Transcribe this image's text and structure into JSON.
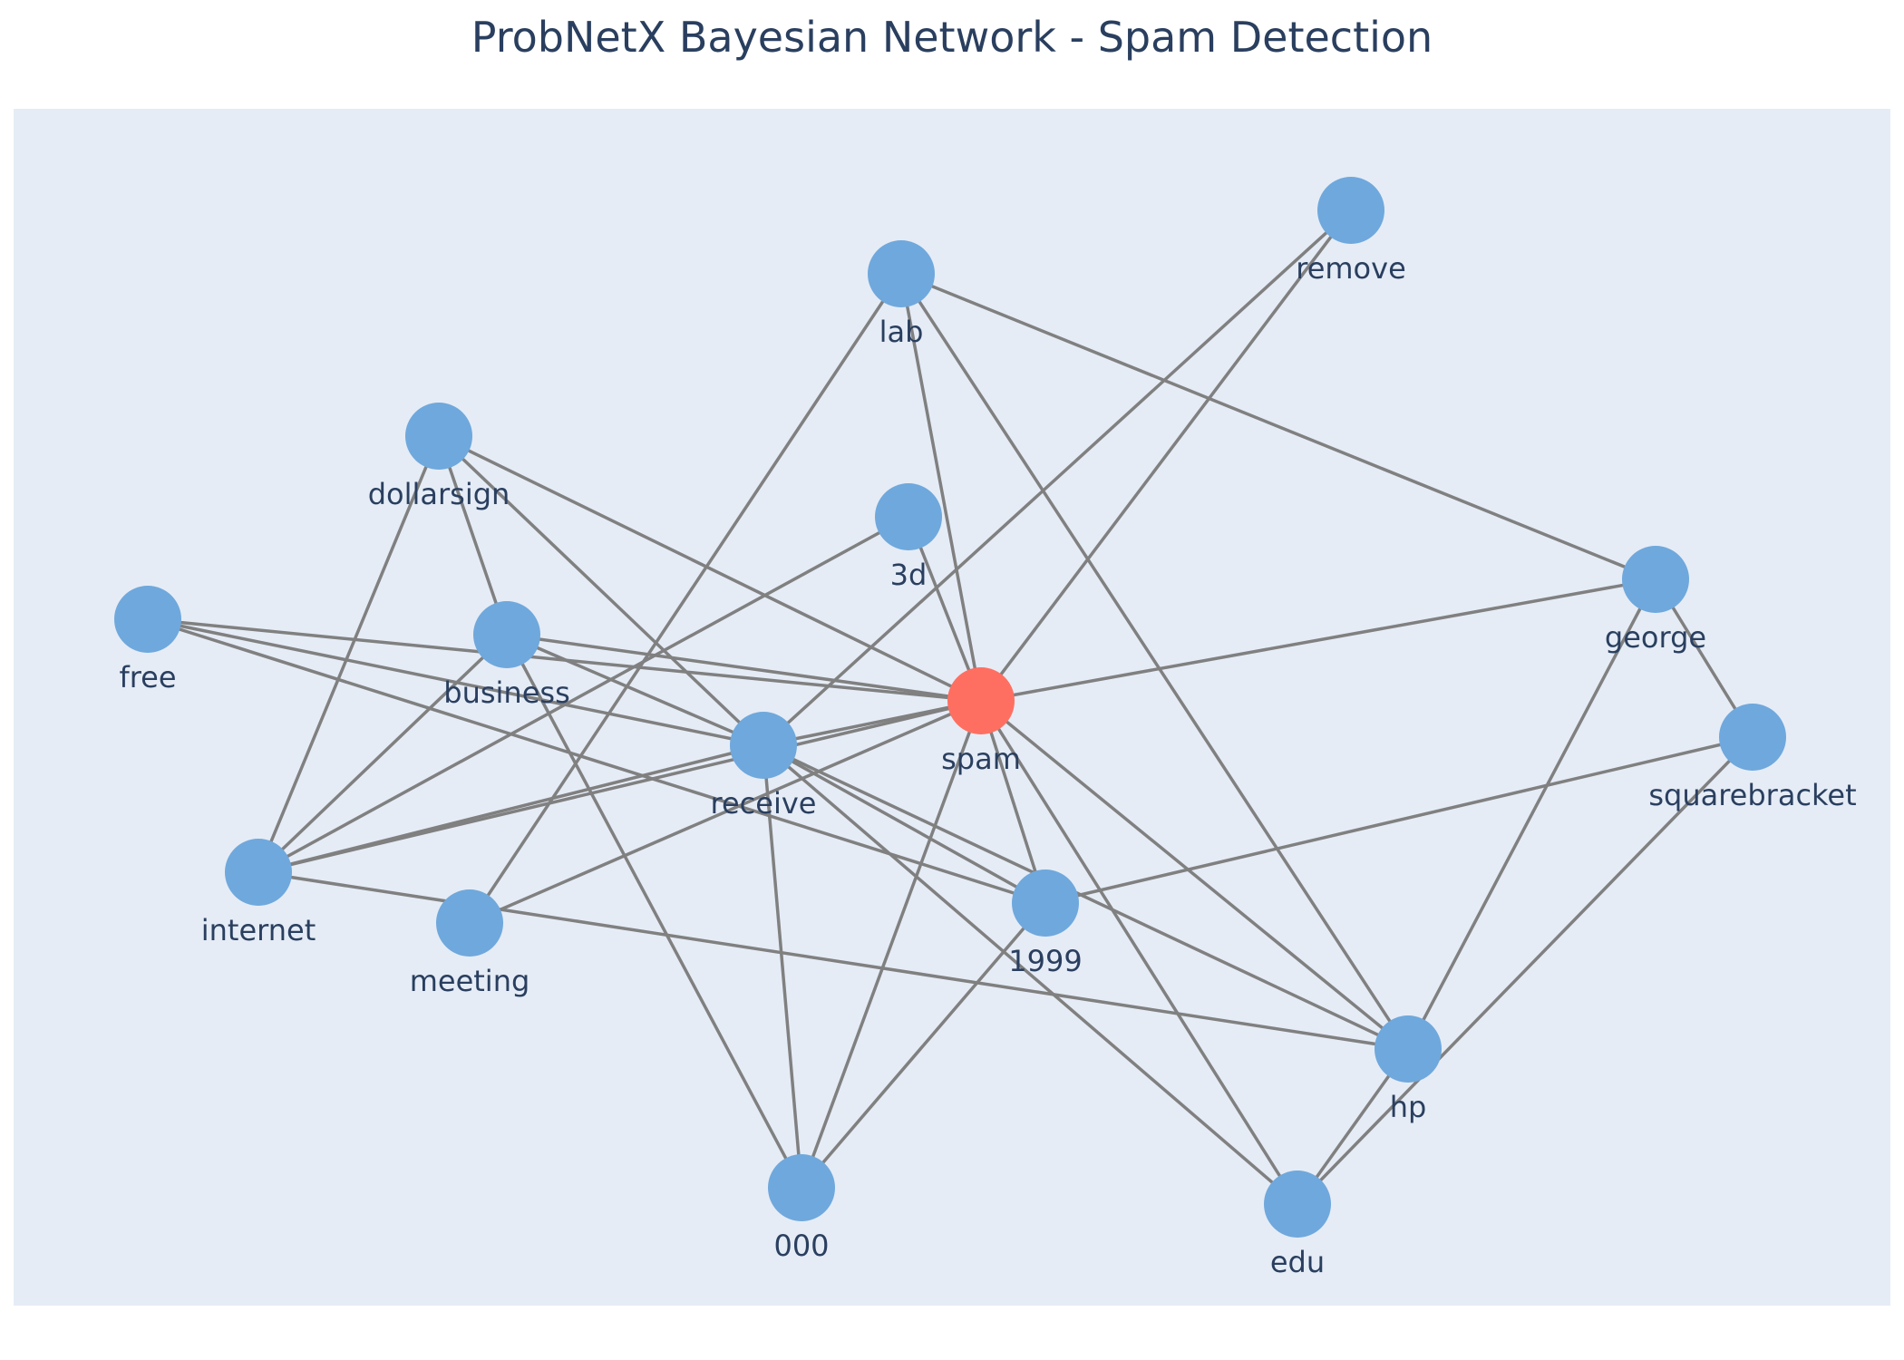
{
  "title": "ProbNetX Bayesian Network - Spam Detection",
  "colors": {
    "plot_bg": "#e5ecf6",
    "edge": "#808080",
    "node": "#6fa8dc",
    "highlight_node": "#ff6f61",
    "label": "#2a3f5f"
  },
  "nodes": [
    {
      "id": "spam",
      "label": "spam",
      "highlight": true
    },
    {
      "id": "remove",
      "label": "remove"
    },
    {
      "id": "lab",
      "label": "lab"
    },
    {
      "id": "dollarsign",
      "label": "dollarsign"
    },
    {
      "id": "3d",
      "label": "3d"
    },
    {
      "id": "george",
      "label": "george"
    },
    {
      "id": "free",
      "label": "free"
    },
    {
      "id": "business",
      "label": "business"
    },
    {
      "id": "receive",
      "label": "receive"
    },
    {
      "id": "squarebracket",
      "label": "squarebracket"
    },
    {
      "id": "internet",
      "label": "internet"
    },
    {
      "id": "meeting",
      "label": "meeting"
    },
    {
      "id": "1999",
      "label": "1999"
    },
    {
      "id": "hp",
      "label": "hp"
    },
    {
      "id": "000",
      "label": "000"
    },
    {
      "id": "edu",
      "label": "edu"
    }
  ],
  "edges": [
    [
      "spam",
      "remove"
    ],
    [
      "spam",
      "lab"
    ],
    [
      "spam",
      "dollarsign"
    ],
    [
      "spam",
      "3d"
    ],
    [
      "spam",
      "george"
    ],
    [
      "spam",
      "free"
    ],
    [
      "spam",
      "business"
    ],
    [
      "spam",
      "receive"
    ],
    [
      "spam",
      "internet"
    ],
    [
      "spam",
      "meeting"
    ],
    [
      "spam",
      "1999"
    ],
    [
      "spam",
      "hp"
    ],
    [
      "spam",
      "000"
    ],
    [
      "spam",
      "edu"
    ],
    [
      "remove",
      "receive"
    ],
    [
      "lab",
      "meeting"
    ],
    [
      "lab",
      "george"
    ],
    [
      "lab",
      "hp"
    ],
    [
      "dollarsign",
      "internet"
    ],
    [
      "dollarsign",
      "business"
    ],
    [
      "dollarsign",
      "receive"
    ],
    [
      "3d",
      "internet"
    ],
    [
      "free",
      "receive"
    ],
    [
      "free",
      "1999"
    ],
    [
      "business",
      "internet"
    ],
    [
      "business",
      "receive"
    ],
    [
      "business",
      "000"
    ],
    [
      "receive",
      "internet"
    ],
    [
      "receive",
      "000"
    ],
    [
      "receive",
      "hp"
    ],
    [
      "receive",
      "1999"
    ],
    [
      "receive",
      "edu"
    ],
    [
      "internet",
      "hp"
    ],
    [
      "1999",
      "squarebracket"
    ],
    [
      "1999",
      "000"
    ],
    [
      "george",
      "squarebracket"
    ],
    [
      "george",
      "hp"
    ],
    [
      "squarebracket",
      "edu"
    ],
    [
      "hp",
      "edu"
    ]
  ]
}
